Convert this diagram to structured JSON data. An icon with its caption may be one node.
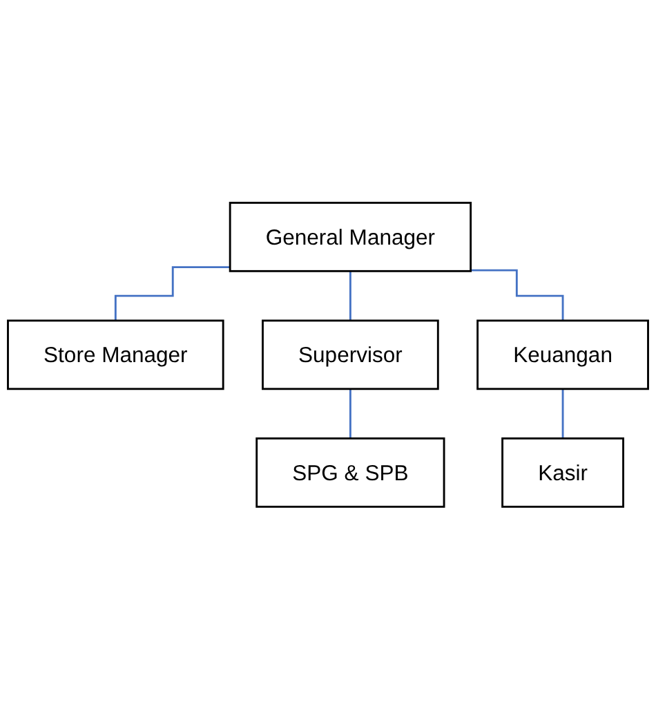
{
  "diagram": {
    "nodes": [
      {
        "text": [
          "General Manager"
        ]
      },
      {
        "text": [
          "Store Manager"
        ]
      },
      {
        "text": [
          "Supervisor"
        ]
      },
      {
        "text": [
          "Keuangan"
        ]
      },
      {
        "text": [
          "SPG & SPB"
        ]
      },
      {
        "text": [
          "Kasir"
        ]
      }
    ],
    "edges": [
      {
        "from": 0,
        "to": 1,
        "arrow": "none"
      },
      {
        "from": 0,
        "to": 2,
        "arrow": "none"
      },
      {
        "from": 0,
        "to": 3,
        "arrow": "none"
      },
      {
        "from": 2,
        "to": 4,
        "arrow": "none"
      },
      {
        "from": 3,
        "to": 5,
        "arrow": "none"
      }
    ]
  }
}
